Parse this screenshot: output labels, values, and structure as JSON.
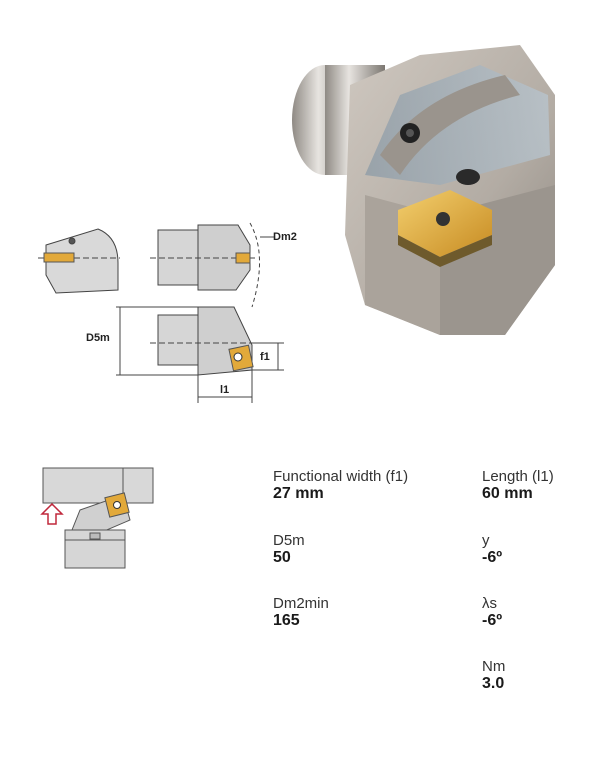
{
  "drawing_labels": {
    "dm2": "Dm2",
    "d5m": "D5m",
    "f1": "f1",
    "l1": "l1"
  },
  "properties": {
    "functional_width": {
      "label": "Functional width (f1)",
      "value": "27 mm"
    },
    "length": {
      "label": "Length (l1)",
      "value": "60 mm"
    },
    "d5m": {
      "label": "D5m",
      "value": "50"
    },
    "gamma": {
      "label": "y",
      "value": "-6º"
    },
    "dm2min": {
      "label": "Dm2min",
      "value": "165"
    },
    "lambda_s": {
      "label": "λs",
      "value": "-6º"
    },
    "nm": {
      "label": "Nm",
      "value": "3.0"
    }
  },
  "icons": [
    "cutting-head-photo-icon",
    "technical-drawing-icon",
    "application-diagram-icon",
    "feed-direction-arrow-icon"
  ],
  "colors": {
    "insert_gold": "#e2a93a",
    "body_steel": "#b9b3ac",
    "arrow_red": "#c0283c"
  }
}
